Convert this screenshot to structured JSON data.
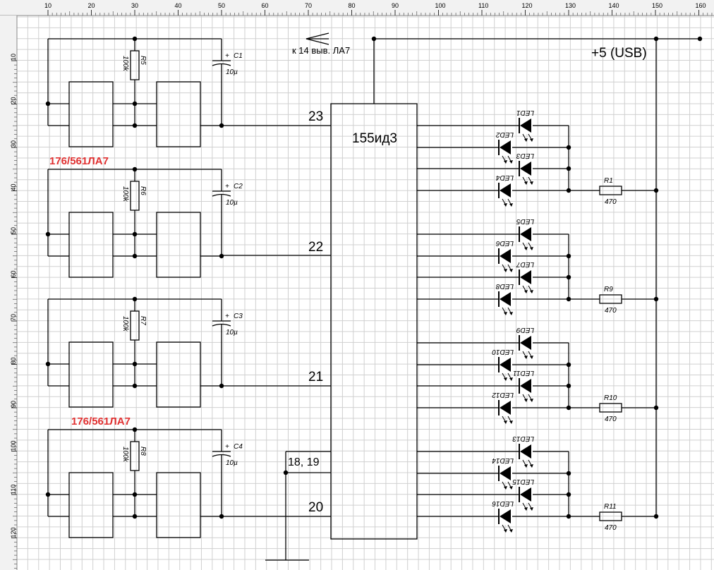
{
  "ruler": {
    "top_labels": [
      "10",
      "20",
      "30",
      "40",
      "50",
      "60",
      "70",
      "80",
      "90",
      "100",
      "110",
      "120",
      "130",
      "140",
      "150",
      "160"
    ],
    "left_labels": [
      "10",
      "20",
      "30",
      "40",
      "50",
      "60",
      "70",
      "80",
      "90",
      "100",
      "110",
      "120"
    ]
  },
  "labels": {
    "chip": "155ид3",
    "supply": "+5 (USB)",
    "arrow_note": "к 14 выв. ЛА7",
    "pin23": "23",
    "pin22": "22",
    "pin21": "21",
    "pin20": "20",
    "pin1819": "18,  19",
    "gate_type_1": "176/561ЛА7",
    "gate_type_2": "176/561ЛА7"
  },
  "stages": [
    {
      "res": "R5",
      "res_val": "100k",
      "cap": "C1",
      "cap_val": "10µ"
    },
    {
      "res": "R6",
      "res_val": "100k",
      "cap": "C2",
      "cap_val": "10µ"
    },
    {
      "res": "R7",
      "res_val": "100k",
      "cap": "C3",
      "cap_val": "10µ"
    },
    {
      "res": "R8",
      "res_val": "100k",
      "cap": "C4",
      "cap_val": "10µ"
    }
  ],
  "led_groups": [
    {
      "leds": [
        "LED1",
        "LED2",
        "LED3",
        "LED4"
      ],
      "res": "R1",
      "res_val": "470"
    },
    {
      "leds": [
        "LED5",
        "LED6",
        "LED7",
        "LED8"
      ],
      "res": "R9",
      "res_val": "470"
    },
    {
      "leds": [
        "LED9",
        "LED10",
        "LED11",
        "LED12"
      ],
      "res": "R10",
      "res_val": "470"
    },
    {
      "leds": [
        "LED13",
        "LED14",
        "LED15",
        "LED16"
      ],
      "res": "R11",
      "res_val": "470"
    }
  ]
}
